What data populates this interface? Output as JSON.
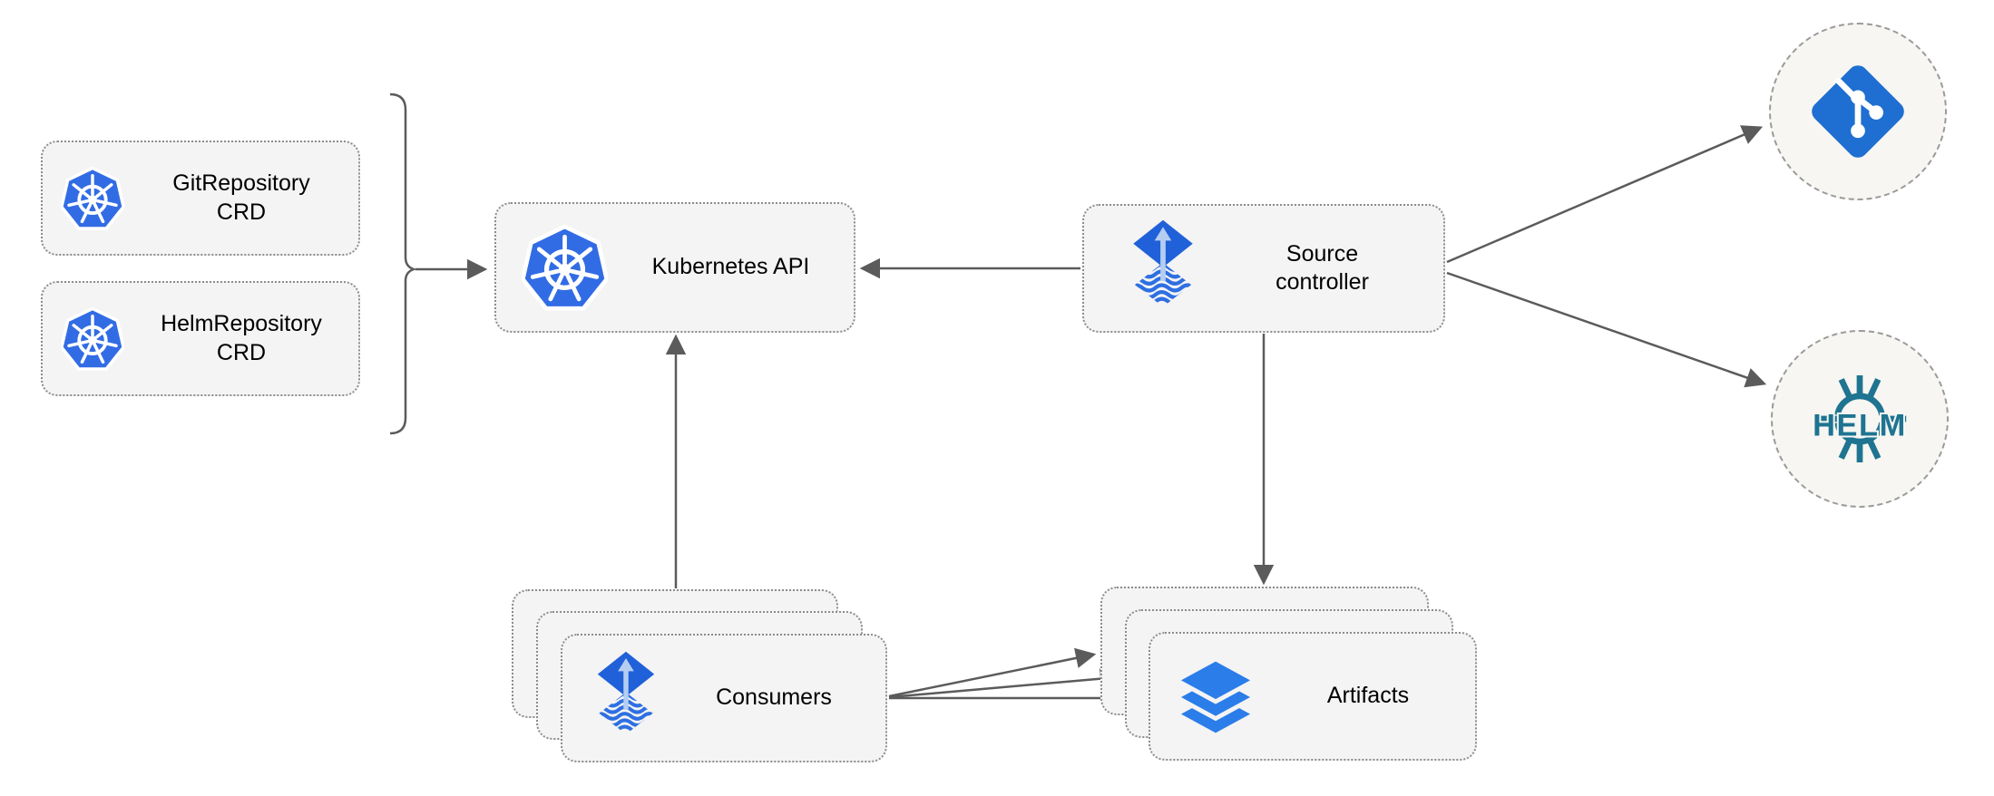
{
  "nodes": {
    "git_crd": {
      "label": "GitRepository CRD",
      "icon": "kubernetes-icon"
    },
    "helm_crd": {
      "label": "HelmRepository CRD",
      "icon": "kubernetes-icon"
    },
    "kubernetes_api": {
      "label": "Kubernetes API",
      "icon": "kubernetes-icon"
    },
    "source_controller": {
      "label": "Source controller",
      "icon": "flux-icon"
    },
    "consumers": {
      "label": "Consumers",
      "icon": "flux-icon",
      "stacked": 3
    },
    "artifacts": {
      "label": "Artifacts",
      "icon": "layers-icon",
      "stacked": 3
    },
    "git_remote": {
      "icon": "git-icon"
    },
    "helm_remote": {
      "icon": "helm-icon",
      "logo_text": "HELM"
    }
  },
  "edges": [
    {
      "from": "crd-group-bracket",
      "to": "kubernetes_api",
      "arrow": "end"
    },
    {
      "from": "source_controller",
      "to": "kubernetes_api",
      "arrow": "end"
    },
    {
      "from": "consumers",
      "to": "kubernetes_api",
      "arrow": "end"
    },
    {
      "from": "source_controller",
      "to": "artifacts",
      "arrow": "end"
    },
    {
      "from": "source_controller",
      "to": "git_remote",
      "arrow": "end"
    },
    {
      "from": "source_controller",
      "to": "helm_remote",
      "arrow": "end"
    },
    {
      "from": "consumers",
      "to": "artifacts",
      "arrow": "end",
      "count": 3
    }
  ],
  "colors": {
    "kubernetes_blue": "#326ce5",
    "flux_blue": "#2061d9",
    "flux_arrow_light": "#b5cdf1",
    "layers_blue": "#2b7de9",
    "git_blue": "#1f6fd2",
    "helm_teal": "#1e7491",
    "edge_gray": "#5b5b5b",
    "node_fill": "#f4f4f4",
    "node_border": "#8c8c8c",
    "circle_fill": "#f7f6f2",
    "circle_border": "#9a9a9a",
    "background": "#ffffff"
  }
}
